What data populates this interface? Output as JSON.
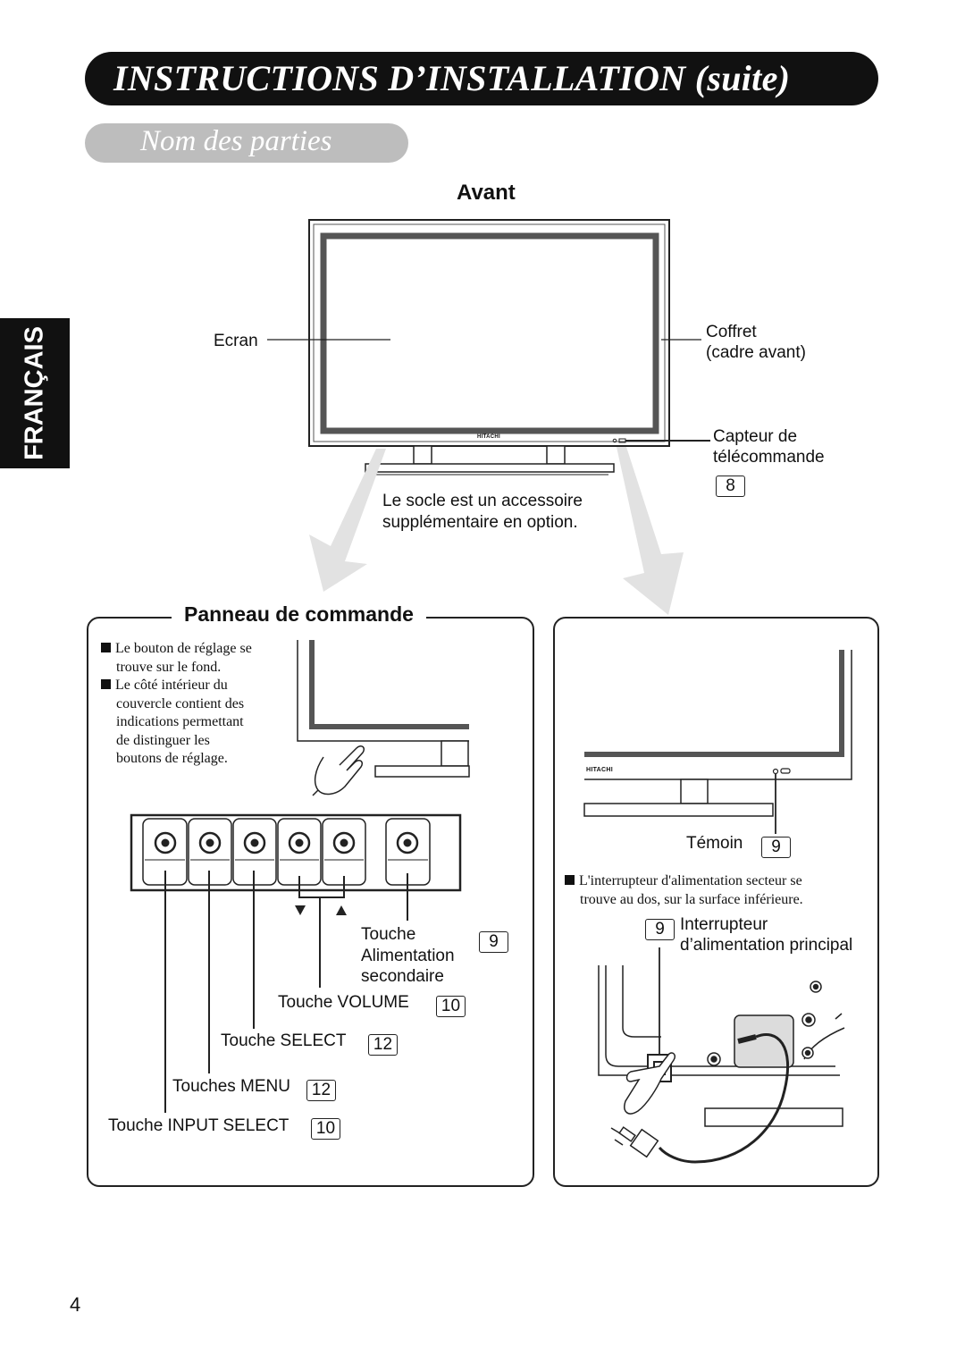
{
  "header": {
    "title": "INSTRUCTIONS D’INSTALLATION (suite)"
  },
  "section": {
    "title": "Nom des parties"
  },
  "side_tab": {
    "label": "FRANÇAIS"
  },
  "front": {
    "heading": "Avant",
    "brand": "HITACHI",
    "labels": {
      "screen": "Ecran",
      "cabinet_line1": "Coffret",
      "cabinet_line2": "(cadre avant)",
      "sensor_line1": "Capteur de",
      "sensor_line2": "télécommande",
      "sensor_ref": "8",
      "stand_line1": "Le socle est un accessoire",
      "stand_line2": "supplémentaire en option."
    }
  },
  "control_panel": {
    "heading": "Panneau de commande",
    "notes": [
      [
        "Le bouton de réglage se",
        "trouve sur le fond."
      ],
      [
        "Le côté intérieur du",
        "couvercle contient des",
        "indications permettant",
        "de distinguer les",
        "boutons de réglage."
      ]
    ],
    "labels": {
      "standby_line1": "Touche",
      "standby_line2": "Alimentation",
      "standby_line3": "secondaire",
      "standby_ref": "9",
      "volume": "Touche VOLUME",
      "volume_ref": "10",
      "select": "Touche SELECT",
      "select_ref": "12",
      "menu": "Touches MENU",
      "menu_ref": "12",
      "input_select": "Touche INPUT SELECT",
      "input_select_ref": "10"
    }
  },
  "power_panel": {
    "brand": "HITACHI",
    "indicator": "Témoin",
    "indicator_ref": "9",
    "note": [
      "L'interrupteur d'alimentation secteur se",
      "trouve au dos, sur la surface inférieure."
    ],
    "switch_ref": "9",
    "switch_line1": "Interrupteur",
    "switch_line2": "d’alimentation principal"
  },
  "footer": {
    "page_number": "4"
  }
}
